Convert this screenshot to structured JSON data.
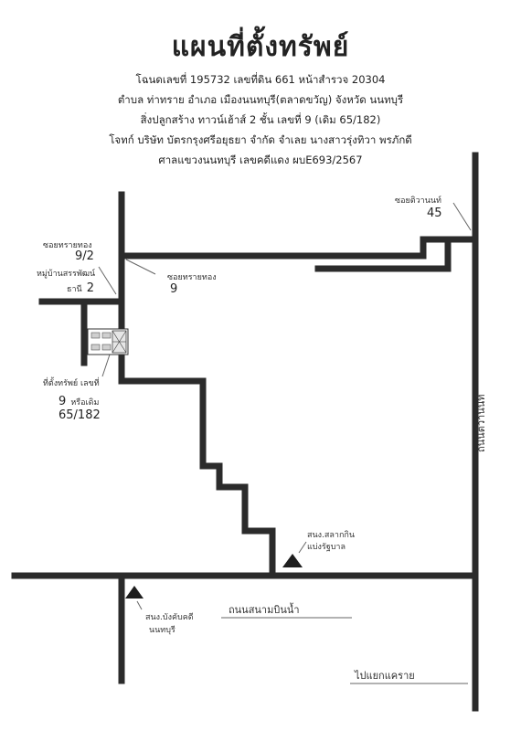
{
  "title": "แผนที่ตั้งทรัพย์",
  "info_lines": [
    "โฉนดเลขที่ 195732 เลขที่ดิน 661 หน้าสำรวจ 20304",
    "ตำบล ท่าทราย อำเภอ เมืองนนทบุรี(ตลาดขวัญ) จังหวัด นนทบุรี",
    "สิ่งปลูกสร้าง ทาวน์เฮ้าส์ 2 ชั้น เลขที่ 9 (เดิม 65/182)",
    "โจทก์ บริษัท บัตรกรุงศรีอยุธยา จำกัด  จำเลย นางสาวรุ่งทิวา พรภักดี",
    "ศาลแขวงนนทบุรี  เลขคดีแดง ผบE693/2567"
  ],
  "labels": {
    "soi_sai_thong_92": "ซอยทรายทอง",
    "soi_sai_thong_92_no": "9/2",
    "village_line1": "หมู่บ้านสรรพัฒน์",
    "village_line2_prefix": "ธานี",
    "village_no": "2",
    "soi_sai_thong_9": "ซอยทรายทอง",
    "soi_sai_thong_9_no": "9",
    "soi_tiwanon": "ซอยติวานนท์",
    "soi_tiwanon_no": "45",
    "property_line1": "ที่ตั้งทรัพย์  เลขที่",
    "property_no": "9",
    "property_old_label": "หรือเดิม",
    "property_old_no": "65/182",
    "tiwanon_road": "ถนนติวานนท์",
    "lottery_office_line1": "สนง.สลากกิน",
    "lottery_office_line2": "แบ่งรัฐบาล",
    "enforcement_office_line1": "สนง.บังคับคดี",
    "enforcement_office_line2": "นนทบุรี",
    "sanam_bin_nam_road": "ถนนสนามบินน้ำ",
    "to_khae_rai": "ไปแยกแคราย"
  },
  "colors": {
    "road": "#2b2b2b",
    "text": "#222222",
    "building_fill": "#d8d8d8"
  },
  "icons": [
    "landmark-triangle-icon",
    "townhouse-building-icon"
  ]
}
